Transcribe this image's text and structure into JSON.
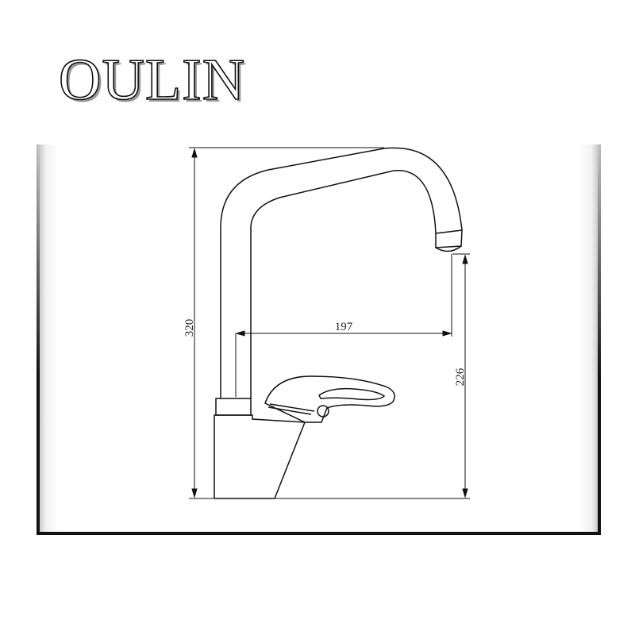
{
  "brand": {
    "name": "OULIN"
  },
  "dimensions": {
    "total_height": "320",
    "spout_height": "226",
    "spout_reach": "197"
  },
  "colors": {
    "line": "#111111",
    "background": "#ffffff",
    "frame_edge": "#111111"
  }
}
